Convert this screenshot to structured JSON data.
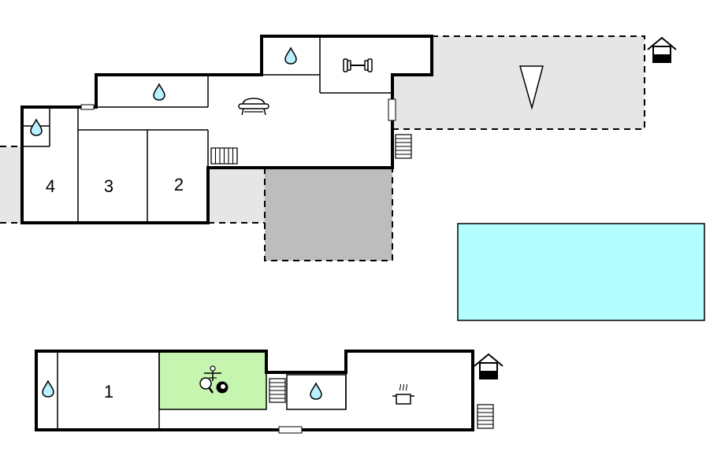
{
  "rooms": {
    "r1": "1",
    "r2": "2",
    "r3": "3",
    "r4": "4"
  },
  "colors": {
    "terrace_light": "#e6e6e6",
    "terrace_dark": "#bdbdbd",
    "pool": "#b3ffff",
    "games_room": "#c6f5b0",
    "wall": "#000000",
    "water_drop": "#b8f0ff"
  },
  "icons": [
    "water-drop-icon",
    "dumbbell-icon",
    "sofa-icon",
    "compass-north-icon",
    "house-entrance-icon",
    "stairs-icon",
    "table-football-icon",
    "ping-pong-icon",
    "billiard-ball-icon",
    "cooking-pot-icon",
    "door-icon"
  ]
}
